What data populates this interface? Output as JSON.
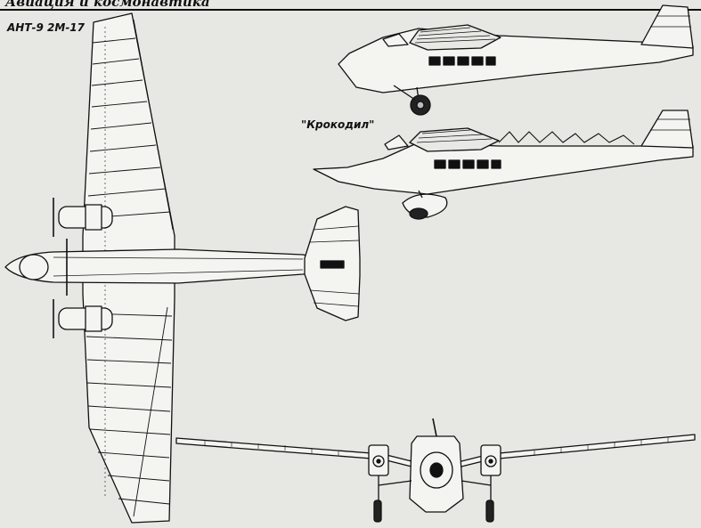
{
  "header": {
    "text": "Авиация и космонавтика"
  },
  "drawing": {
    "model_label": "АНТ-9 2М-17",
    "variant_label": "\"Крокодил\""
  },
  "views": [
    "top-view",
    "side-view",
    "side-view-krokodil",
    "front-view"
  ],
  "colors": {
    "ink": "#111111",
    "paper": "#e7e7e3",
    "ghost": "#cfcfca"
  }
}
